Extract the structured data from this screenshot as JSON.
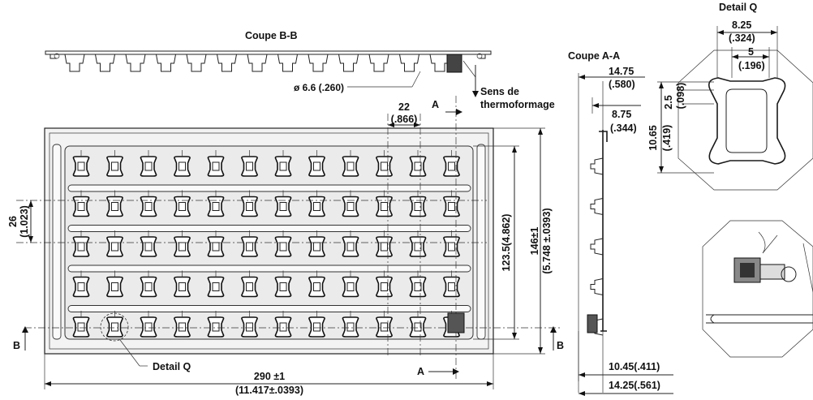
{
  "labels": {
    "coupe_bb": "Coupe  B-B",
    "coupe_aa": "Coupe A-A",
    "detail_q_title": "Detail  Q",
    "detail_q_callout": "Detail  Q",
    "sens_1": "Sens de",
    "sens_2": "thermoformage",
    "dia": "ø 6.6 (.260)",
    "pitch_x_mm": "22",
    "pitch_x_in": "(.866)",
    "pitch_y_mm": "26",
    "pitch_y_in": "(1.023)",
    "width_mm": "290 ±1",
    "width_in": "(11.417±.0393)",
    "inner_h": "123.5(4.862)",
    "outer_h_mm": "146±1",
    "outer_h_in": "(5.748 ±.0393)",
    "aa_1475": "14.75",
    "aa_580": "(.580)",
    "aa_875": "8.75",
    "aa_344": "(.344)",
    "aa_1045": "10.45(.411)",
    "aa_1425": "14.25(.561)",
    "dq_825": "8.25",
    "dq_324": "(.324)",
    "dq_5": "5",
    "dq_196": "(.196)",
    "dq_25": "2.5",
    "dq_098": "(.098)",
    "dq_1065": "10.65",
    "dq_419": "(.419)",
    "sec_a": "A",
    "sec_b": "B"
  },
  "grid": {
    "columns": 12,
    "rows": 5
  }
}
